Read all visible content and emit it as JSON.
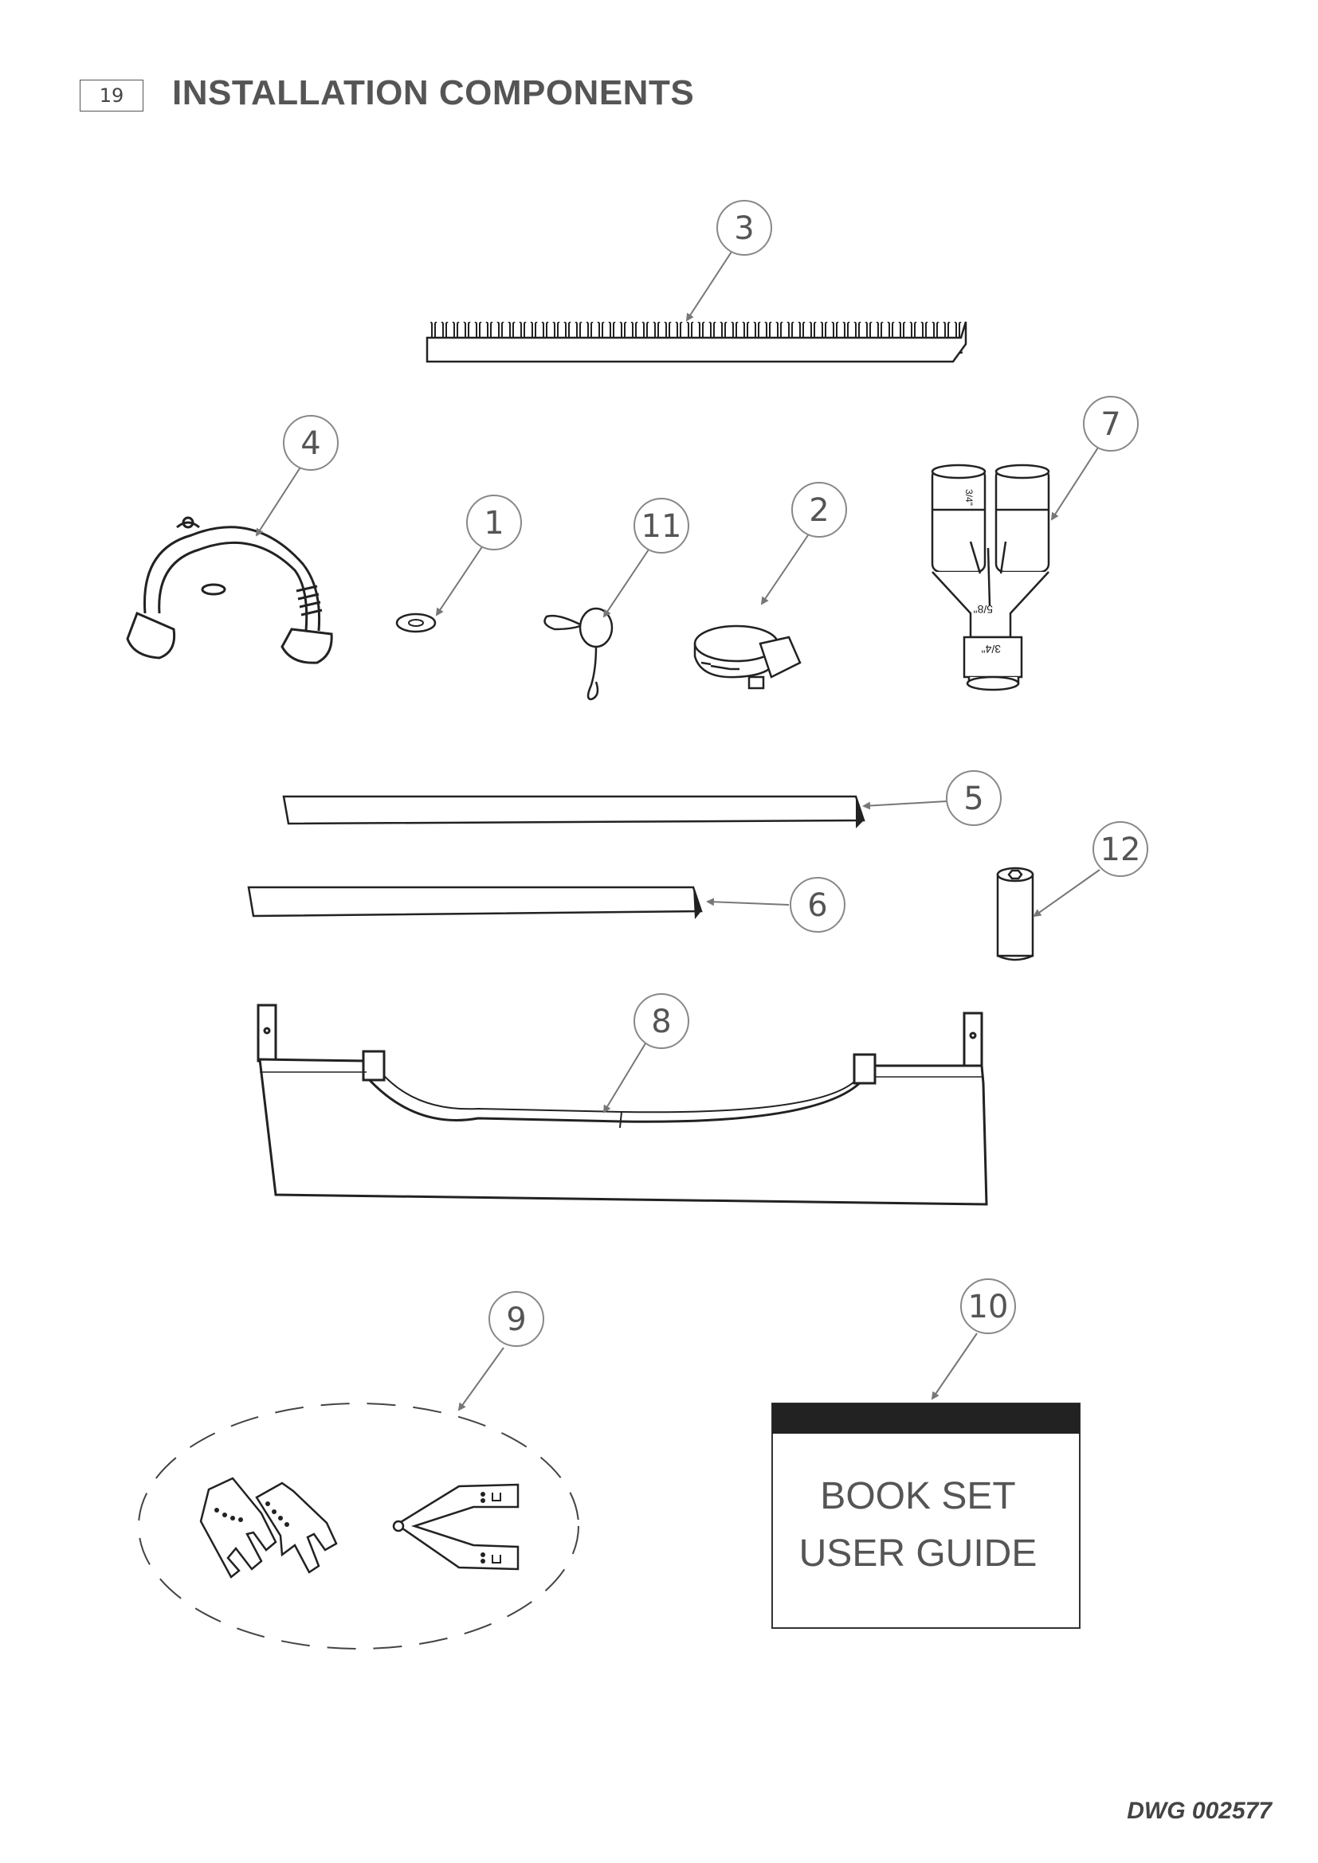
{
  "header": {
    "page_number": "19",
    "title": "INSTALLATION COMPONENTS"
  },
  "callouts": [
    "1",
    "2",
    "3",
    "4",
    "5",
    "6",
    "7",
    "8",
    "9",
    "10",
    "11",
    "12"
  ],
  "part_labels": {
    "wye_connector": [
      "3/4\"",
      "5/8\"",
      "3/4\""
    ]
  },
  "book": {
    "line1": "BOOK SET",
    "line2": "USER GUIDE"
  },
  "footer": {
    "drawing_number": "DWG 002577"
  }
}
